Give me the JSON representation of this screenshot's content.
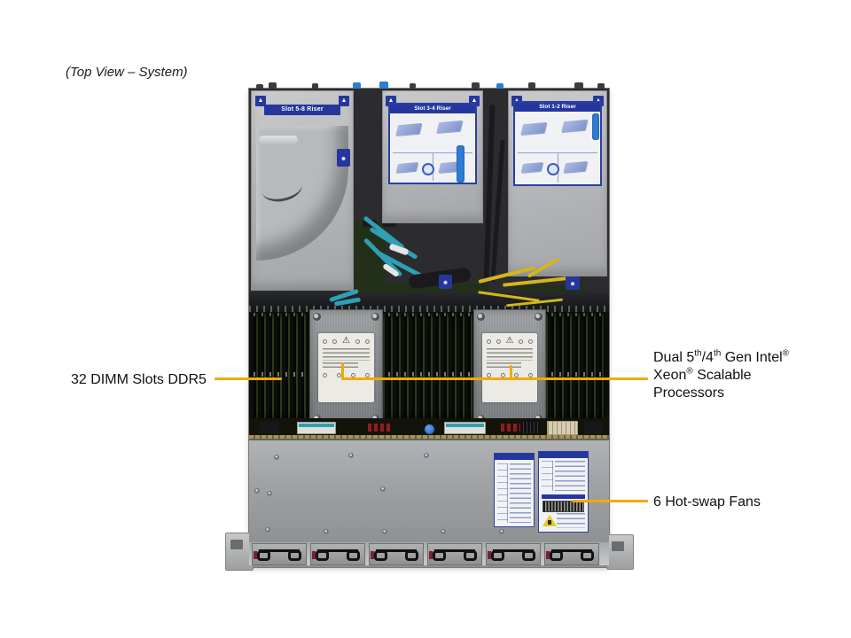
{
  "caption": "(Top View – System)",
  "server": {
    "risers": [
      {
        "label": "Slot 5-8 Riser"
      },
      {
        "label": "Slot 3-4 Riser"
      },
      {
        "label": "Slot 1-2 Riser"
      }
    ]
  },
  "callouts": {
    "dimm": {
      "text": "32 DIMM Slots DDR5"
    },
    "cpu": {
      "seg1": "Dual 5",
      "sup1": "th",
      "seg2": "/4",
      "sup2": "th",
      "seg3": " Gen Intel",
      "sup3": "®",
      "seg4": "Xeon",
      "sup4": "®",
      "seg5": " Scalable",
      "seg6": "Processors"
    },
    "fans": {
      "text": "6 Hot-swap Fans"
    }
  },
  "icons": {
    "warning_triangle": "▲",
    "heatsink_warning": "⚠"
  },
  "colors": {
    "callout_line": "#F2A900",
    "riser_label_blue": "#25379E",
    "accent_blue": "#2E7CD6",
    "cable_teal": "#2F9FB4",
    "cable_yellow": "#D2B61E",
    "esd_yellow": "#EAC81E"
  }
}
